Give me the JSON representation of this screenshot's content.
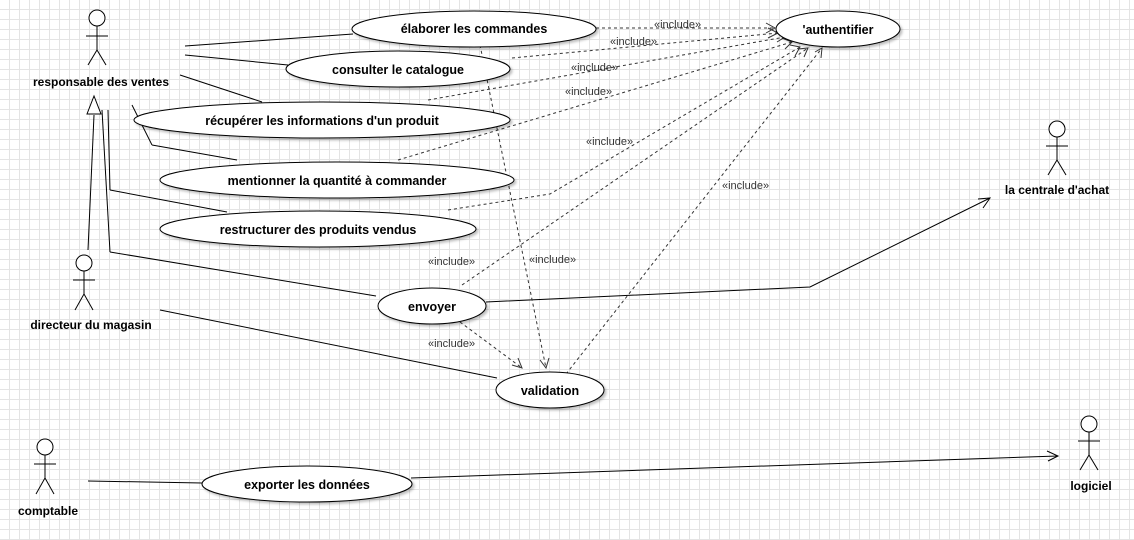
{
  "diagram": {
    "usecases": {
      "elaborer": "élaborer les commandes",
      "consulter": "consulter le  catalogue",
      "recuperer": "récupérer les informations d'un produit",
      "mentionner": "mentionner la quantité à commander",
      "restructurer": "restructurer des produits vendus",
      "envoyer": "envoyer",
      "validation": "validation",
      "authentifier": "'authentifier",
      "exporter": "exporter les données"
    },
    "actors": {
      "responsable": "responsable des ventes",
      "directeur": "directeur du magasin",
      "centrale": "la centrale d'achat",
      "comptable": "comptable",
      "logiciel": "logiciel"
    },
    "include_label": "«include»"
  }
}
